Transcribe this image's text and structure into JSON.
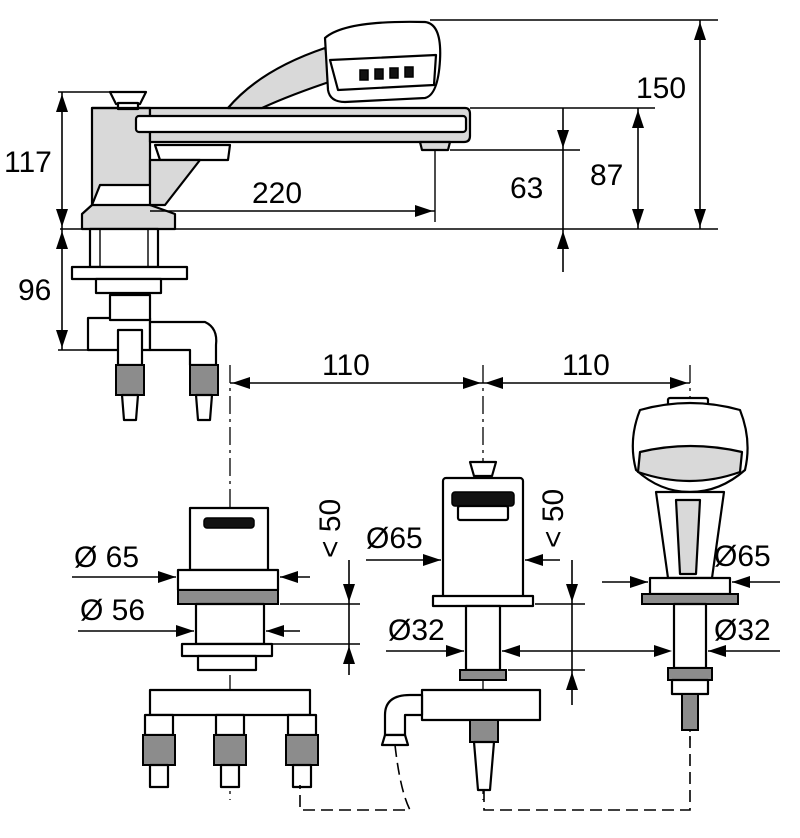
{
  "dimensions": {
    "height_total": "150",
    "height_body": "117",
    "spout_height": "87",
    "outlet_height": "63",
    "spout_reach": "220",
    "below_deck": "96",
    "spacing_left": "110",
    "spacing_right": "110",
    "deck_thickness_left": "< 50",
    "deck_thickness_mid": "< 50",
    "dia_65_left": "Ø 65",
    "dia_56_left": "Ø 56",
    "dia_65_mid": "Ø65",
    "dia_32_mid": "Ø32",
    "dia_65_right": "Ø65",
    "dia_32_right": "Ø32"
  }
}
